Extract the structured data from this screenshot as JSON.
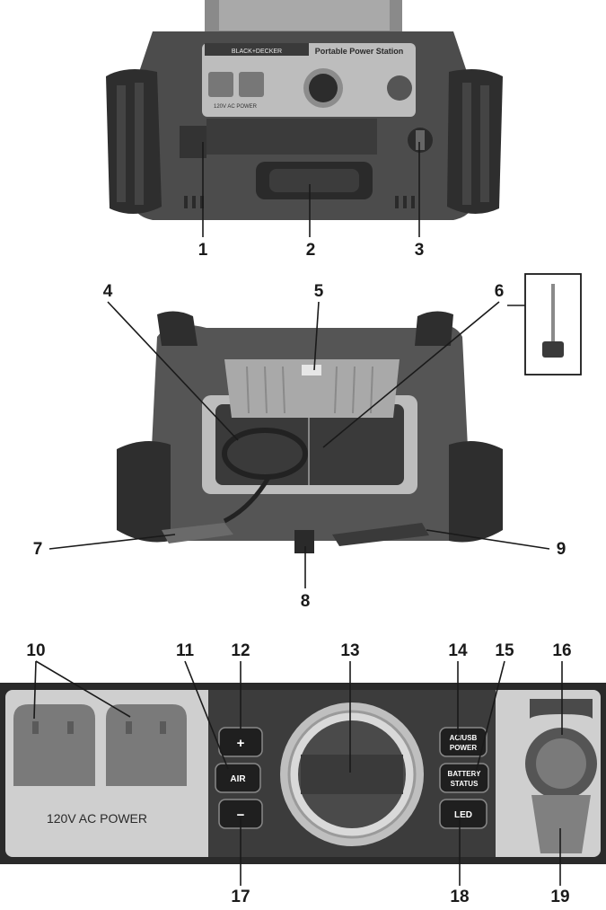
{
  "figure1": {
    "brand": "BLACK+DECKER",
    "product": "Portable Power Station",
    "outlet_label": "120V AC POWER",
    "callouts": [
      "1",
      "2",
      "3"
    ]
  },
  "figure2": {
    "callouts": [
      "4",
      "5",
      "6",
      "7",
      "8",
      "9"
    ]
  },
  "figure3": {
    "callouts": [
      "10",
      "11",
      "12",
      "13",
      "14",
      "15",
      "16",
      "17",
      "18",
      "19"
    ],
    "ac_power_label": "120V AC POWER",
    "buttons": {
      "plus": "+",
      "air": "AIR",
      "minus": "−",
      "ac_usb": [
        "AC/USB",
        "POWER"
      ],
      "battery": [
        "BATTERY",
        "STATUS"
      ],
      "led": "LED"
    }
  }
}
